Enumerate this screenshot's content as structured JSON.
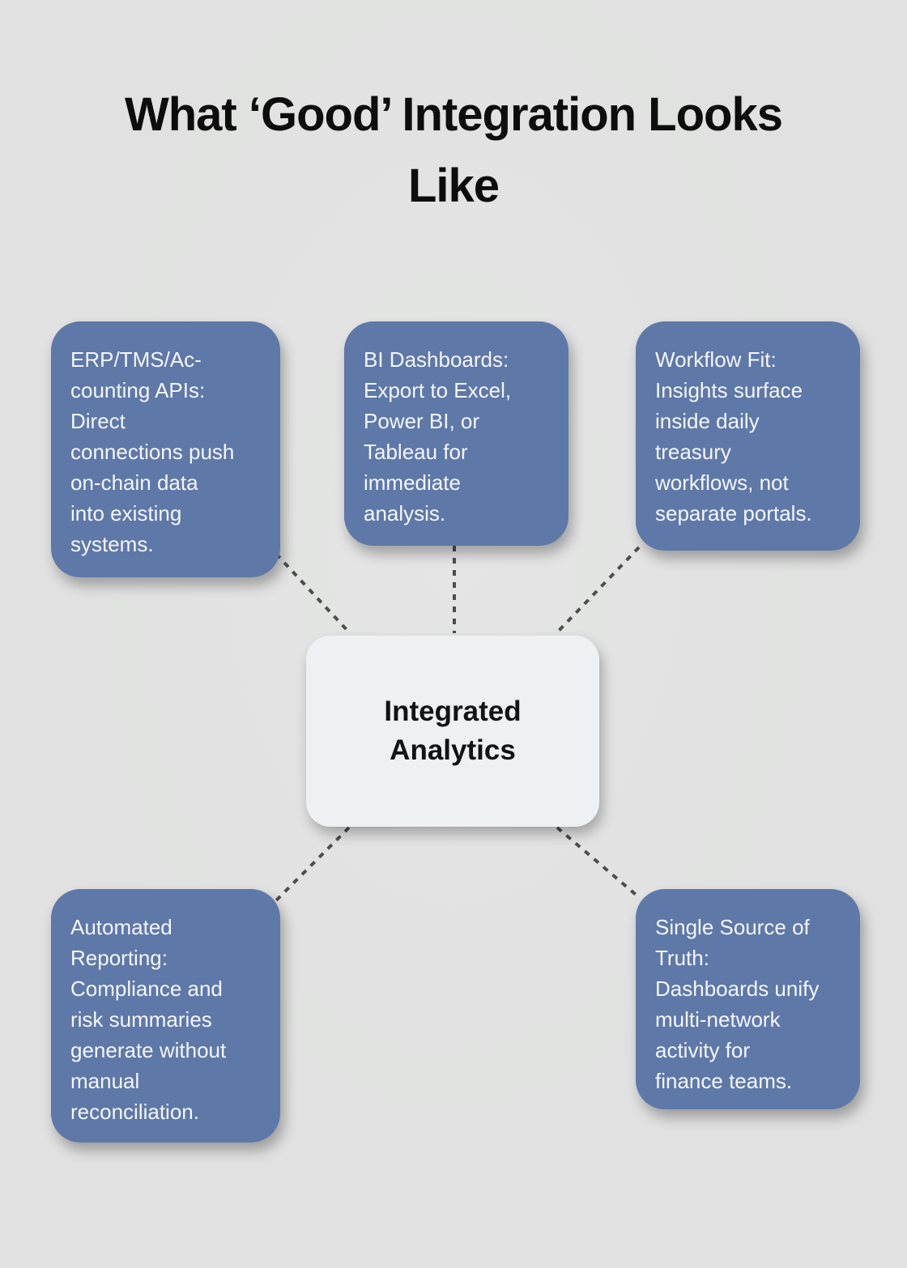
{
  "title": "What ‘Good’ Integration Looks Like",
  "colors": {
    "background": "#e0e1e0",
    "node-fill": "#5e78a8",
    "node-text": "#f4f6fa",
    "center-fill": "#eff0f2",
    "center-text": "#131313",
    "connector": "#4d4d4d",
    "title-text": "#0d0d0d"
  },
  "diagram": {
    "center_label": "Integrated\nAnalytics",
    "nodes": [
      {
        "id": "erp-tms-accounting-apis",
        "text": "ERP/TMS/Ac-\ncounting APIs:\nDirect\nconnections push\non-chain data\ninto existing\nsystems."
      },
      {
        "id": "bi-dashboards",
        "text": "BI Dashboards:\nExport to Excel,\nPower BI, or\nTableau for\nimmediate\nanalysis."
      },
      {
        "id": "workflow-fit",
        "text": "Workflow Fit:\nInsights surface\ninside daily\ntreasury\nworkflows, not\nseparate portals."
      },
      {
        "id": "automated-reporting",
        "text": "Automated\nReporting:\nCompliance and\nrisk summaries\ngenerate without\nmanual\nreconciliation."
      },
      {
        "id": "single-source-of-truth",
        "text": "Single Source of\nTruth:\nDashboards unify\nmulti-network\nactivity for\nfinance teams."
      }
    ]
  }
}
